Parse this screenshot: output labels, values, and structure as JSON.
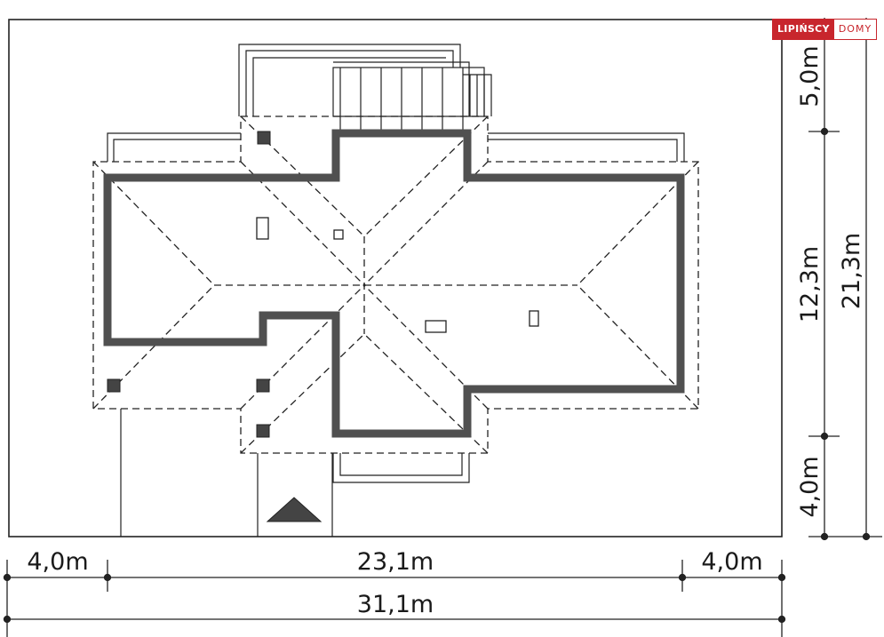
{
  "brand": {
    "name_primary": "LIPIŃSCY",
    "name_secondary": "DOMY",
    "color": "#c8262d"
  },
  "dimensions": {
    "bottom_left": "4,0m",
    "bottom_middle": "23,1m",
    "bottom_right": "4,0m",
    "bottom_total": "31,1m",
    "right_top": "5,0m",
    "right_middle": "12,3m",
    "right_bottom": "4,0m",
    "right_total": "21,3m"
  },
  "colors": {
    "wall": "#505050",
    "line": "#222222"
  }
}
